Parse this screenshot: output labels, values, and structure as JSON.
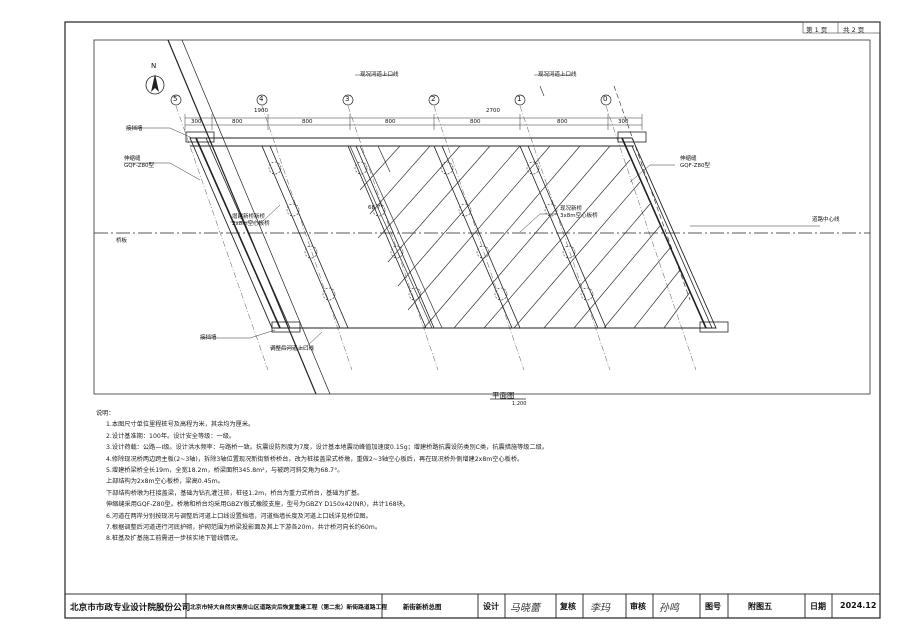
{
  "page_indicator": {
    "current": "第 1 页",
    "total": "共 2 页"
  },
  "compass_label": "N",
  "axes": {
    "a5": "5",
    "a4": "4",
    "a3": "3",
    "a2": "2",
    "a1": "1",
    "a0": "0"
  },
  "dimensions": {
    "d_total_left": "1900",
    "d_total_right": "2700",
    "d300_left": "300",
    "d800_a": "800",
    "d800_b": "800",
    "d800_c": "800",
    "d800_d": "800",
    "d800_e": "800",
    "d300_right": "300"
  },
  "labels": {
    "river_line_a": "现况河道上口线",
    "river_line_b": "现况河道上口线",
    "retain_wall_top": "接挡墙",
    "expansion_left": "伸缩缝",
    "expansion_left_spec": "GQF-Z80型",
    "expansion_right": "伸缩缝",
    "expansion_right_spec": "GQF-Z80型",
    "new_bridge": "增建新桥新桥",
    "new_bridge_spec": "2x8m空心板桥",
    "old_bridge": "现况新桥",
    "old_bridge_spec": "3x8m空心板桥",
    "road_centerline": "道路中心线",
    "grid_left": "桥板",
    "retain_wall_bottom": "接挡墙",
    "adjusted_river": "调整后河道上口线",
    "skew": "68.7°"
  },
  "plan_title": "平面图",
  "plan_scale": "1:200",
  "notes": {
    "heading": "说明：",
    "lines": [
      "1.本图尺寸单位里程桩号及高程为米，其余均为厘米。",
      "2.设计基准期：100年。设计安全等级：一级。",
      "3.设计荷载：公路—I级。设计洪水频率：与路桥一致。抗震设防烈度为7度，设计基本地震动峰值加速度0.15g；增建桥路抗震设防类别C类，抗震措施等级二级。",
      "4.修除现况桥两边跨主板(2~3轴)，拆除3轴位置现况新街新桥桥台，改为桩接盖梁式桥墩，重做2~3轴空心板后，再在现况桥外侧增建2x8m空心板桥。",
      "5.增建桥梁桥全长19m，全宽18.2m，桥梁面积345.8m²，与被跨河斜交角为68.7°。",
      "上部结构为2x8m空心板桥，梁高0.45m。",
      "下部结构桥墩为柱接盖梁，基础为钻孔灌注桩，桩径1.2m，桥台为重力式桥台，基础为扩基。",
      "伸缩缝采用GQF-Z80型。桥墩和桥台均采用GBZY板式橡胶支座，型号为GBZY D150x42(NR)，共计168块。",
      "6.河道在两岸分别按现况与调整后河道上口线设置挡墙，河道挡墙长度及河道上口线详见桥位图。",
      "7.根据调整后河道进行河底护砌，护砌范围为桥梁投影面及其上下游各20m，共计桥河向长约60m。",
      "8.桩基及扩基施工前需进一步核实地下管线情况。"
    ]
  },
  "title_block": {
    "company": "北京市市政专业设计院股份公司",
    "project": "北京市特大自然灾害房山区道路灾后恢复重建工程（第二批）新街路道路工程",
    "drawing_name": "新街新桥总图",
    "design_label": "设计",
    "design_sign": "马晓蕾",
    "check_label": "复核",
    "check_sign": "李玛",
    "review_label": "审核",
    "review_sign": "孙鸣",
    "drawing_no_label": "图号",
    "drawing_no": "附图五",
    "date_label": "日期",
    "date": "2024.12"
  }
}
